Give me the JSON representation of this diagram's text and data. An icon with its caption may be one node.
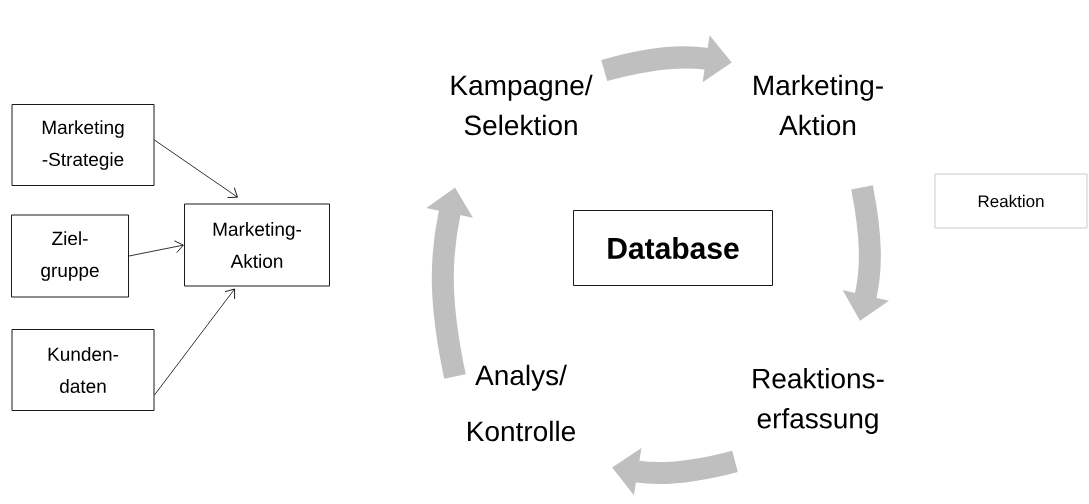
{
  "diagram": {
    "nodes": [
      {
        "text": [
          "Marketing -Strategie"
        ]
      },
      {
        "text": [
          "Ziel- gruppe"
        ]
      },
      {
        "text": [
          "Kunden- daten"
        ]
      },
      {
        "text": [
          "Marketing- Aktion"
        ]
      },
      {
        "text": [
          "Kampagne/ Selektion"
        ]
      },
      {
        "text": [
          "Marketing- Aktion"
        ]
      },
      {
        "text": [
          "Reaktions- erfassung"
        ]
      },
      {
        "text": [
          "Analys/ Kontrolle"
        ]
      },
      {
        "text": [
          "Database"
        ]
      },
      {
        "text": [
          "Reaktion"
        ]
      }
    ],
    "edges": [
      {
        "from": 0,
        "to": 3,
        "arrow": "to",
        "color": "#000000"
      },
      {
        "from": 1,
        "to": 3,
        "arrow": "to",
        "color": "#000000"
      },
      {
        "from": 2,
        "to": 3,
        "arrow": "to",
        "color": "#000000"
      },
      {
        "from": 4,
        "to": 5,
        "arrow": "to",
        "color": "#bfbfbf"
      },
      {
        "from": 5,
        "to": 6,
        "arrow": "to",
        "color": "#bfbfbf"
      },
      {
        "from": 6,
        "to": 7,
        "arrow": "to",
        "color": "#bfbfbf"
      },
      {
        "from": 7,
        "to": 4,
        "arrow": "to",
        "color": "#bfbfbf"
      }
    ]
  }
}
